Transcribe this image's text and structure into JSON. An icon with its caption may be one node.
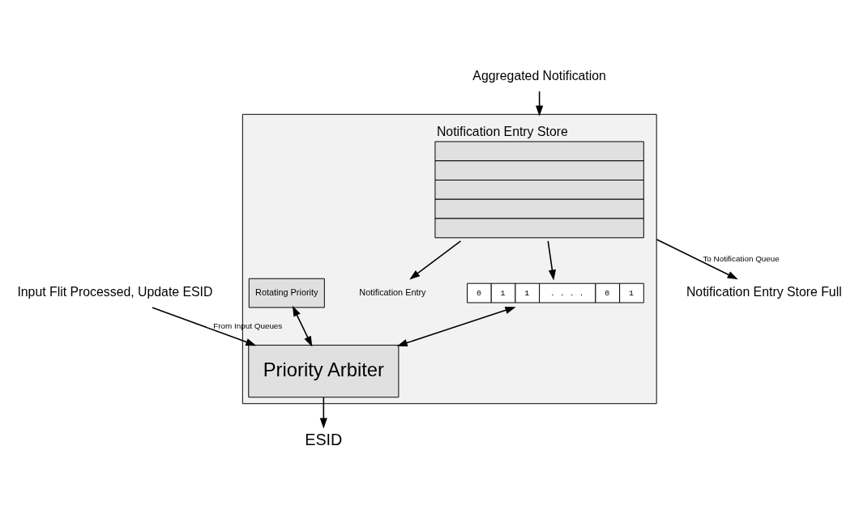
{
  "diagram": {
    "nodes": [
      {
        "text": [],
        "shape": "box"
      },
      {
        "text": [
          "Aggregated Notification"
        ]
      },
      {
        "text": [
          "Notification Entry Store Full"
        ]
      },
      {
        "text": [
          "Notification Entry Store"
        ],
        "in": 0
      },
      {
        "text": [
          "Notification Entry"
        ],
        "in": 0
      },
      {
        "text": [
          "0",
          "1",
          "1",
          ". . . .",
          "0",
          "1"
        ],
        "in": 0
      },
      {
        "text": [
          "Rotating Priority"
        ],
        "in": 0
      },
      {
        "text": [
          "Priority Arbiter"
        ],
        "in": 0
      },
      {
        "text": [
          "Input Flit Processed, Update ESID"
        ]
      },
      {
        "text": [
          "ESID"
        ]
      }
    ],
    "edges": [
      {
        "from": 1,
        "to": 0,
        "arrow": "to"
      },
      {
        "from": 0,
        "to": 2,
        "arrow": "to",
        "label": "To Notification Queue"
      },
      {
        "from": 3,
        "to": 4,
        "arrow": "to"
      },
      {
        "from": 3,
        "to": 5,
        "arrow": "to"
      },
      {
        "from": 5,
        "to": 7,
        "arrow": "both"
      },
      {
        "from": 6,
        "to": 7,
        "arrow": "both"
      },
      {
        "from": 8,
        "to": 7,
        "arrow": "to",
        "label": "From Input Queues"
      },
      {
        "from": 7,
        "to": 9,
        "arrow": "to"
      }
    ]
  }
}
